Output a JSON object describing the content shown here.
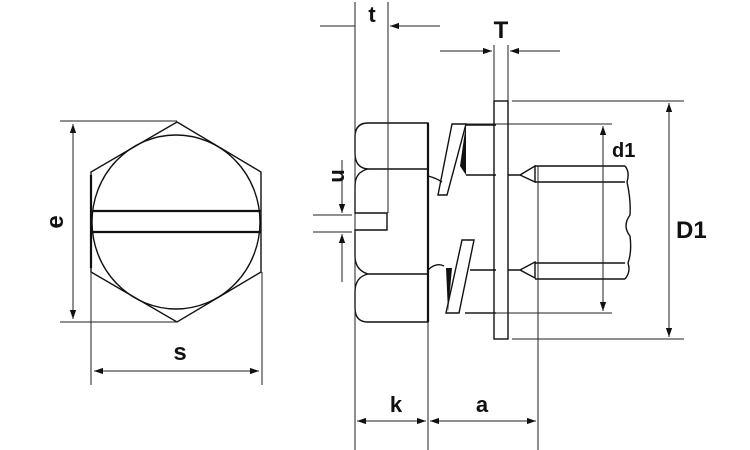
{
  "drawing": {
    "title": "Hex head slotted screw with spring washer and plain washer",
    "views": {
      "end_view": "hex-head-slotted-top-view",
      "side_view": "screw-with-washers-side-view"
    },
    "labels": {
      "e": "e",
      "s": "s",
      "t": "t",
      "T": "T",
      "n": "n",
      "d1": "d1",
      "D1": "D1",
      "k": "k",
      "a": "a"
    },
    "colors": {
      "line": "#111111",
      "background": "#ffffff"
    }
  }
}
